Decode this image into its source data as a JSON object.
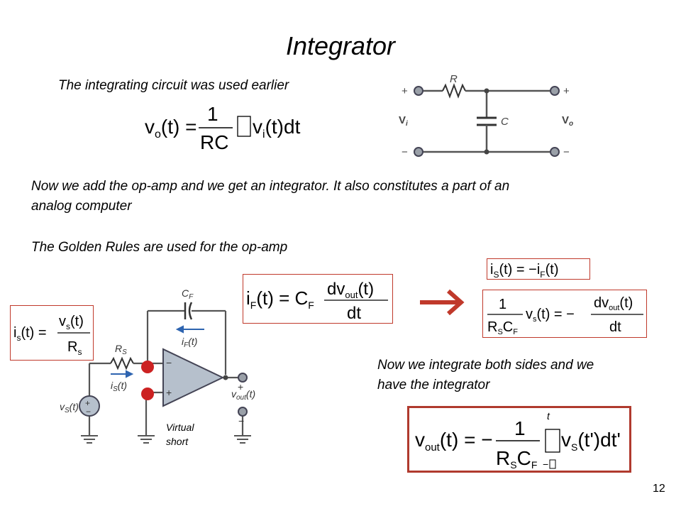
{
  "slide": {
    "title": "Integrator",
    "intro_text": "The integrating circuit was used earlier",
    "opamp_text_line1": "Now we add the op-amp and we get an integrator.  It also constitutes a part of an",
    "opamp_text_line2": "analog computer",
    "golden_rules_text": "The Golden Rules are used for the op-amp",
    "integrate_line1": "Now we integrate both sides and we",
    "integrate_line2": "have the integrator",
    "virtual_short_line1": "Virtual",
    "virtual_short_line2": "short",
    "page_number": "12"
  },
  "rc_circuit": {
    "resistor_label": "R",
    "capacitor_label": "C",
    "vi_label": "V",
    "vi_sub": "i",
    "vo_label": "V",
    "vo_sub": "o",
    "plus": "+",
    "minus": "−"
  },
  "equations": {
    "rc_lhs": "v",
    "rc_lhs_sub": "o",
    "rc_t": "(t) =",
    "rc_num": "1",
    "rc_den": "RC",
    "rc_integrand": "v",
    "rc_integrand_sub": "i",
    "rc_tail": "(t)dt",
    "is_lhs": "i",
    "is_sub": "s",
    "is_t": "(t) =",
    "is_num": "v",
    "is_num_sub": "s",
    "is_num_t": "(t)",
    "is_den": "R",
    "is_den_sub": "s",
    "if_lhs": "i",
    "if_sub": "F",
    "if_mid": "(t) = C",
    "if_c_sub": "F",
    "if_num": "dv",
    "if_num_sub": "out",
    "if_num_t": "(t)",
    "if_den": "dt",
    "kcl_lhs": "i",
    "kcl_sub1": "S",
    "kcl_mid": "(t) = −i",
    "kcl_sub2": "F",
    "kcl_tail": "(t)",
    "mid_num": "1",
    "mid_den_r": "R",
    "mid_den_rs": "S",
    "mid_den_c": "C",
    "mid_den_cs": "F",
    "mid_v": "v",
    "mid_v_sub": "s",
    "mid_eq": "(t) = −",
    "mid_rnum": "dv",
    "mid_rnum_sub": "out",
    "mid_rnum_t": "(t)",
    "mid_rden": "dt",
    "final_v": "v",
    "final_v_sub": "out",
    "final_eq": "(t) = −",
    "final_num": "1",
    "final_den_r": "R",
    "final_den_rs": "S",
    "final_den_c": "C",
    "final_den_cs": "F",
    "final_upper": "t",
    "final_lower": "−",
    "final_integrand": "v",
    "final_integrand_sub": "S",
    "final_tail": "(t')dt'"
  },
  "opamp_circuit": {
    "cf_label": "C",
    "cf_sub": "F",
    "if_label": "i",
    "if_sub": "F",
    "if_t": "(t)",
    "rs_label": "R",
    "rs_sub": "S",
    "is_label": "i",
    "is_sub": "S",
    "is_t": "(t)",
    "vs_label": "v",
    "vs_sub": "S",
    "vs_t": "(t)",
    "vout_label": "v",
    "vout_sub": "out",
    "vout_t": "(t)",
    "minus_in": "−",
    "plus_in": "+",
    "src_plus": "+",
    "src_minus": "−",
    "out_plus": "+",
    "out_minus": "−"
  }
}
